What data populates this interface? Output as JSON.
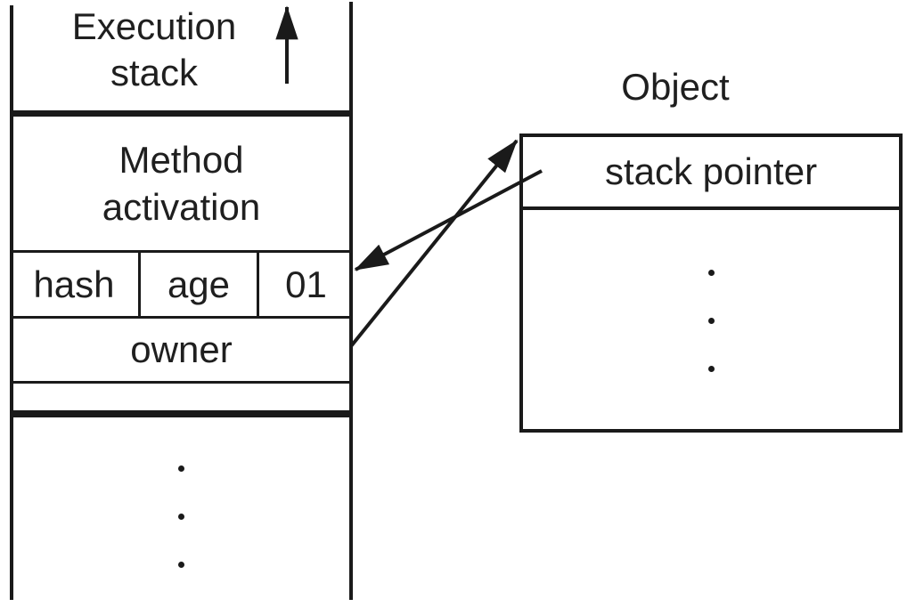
{
  "theme": {
    "bg": "#ffffff",
    "line": "#1a1a1a",
    "text": "#1f1f1f"
  },
  "stack": {
    "title": "Execution stack",
    "method_activation": "Method activation",
    "fields": [
      "hash",
      "age",
      "01"
    ],
    "owner": "owner",
    "ellipsis": "vertical ellipsis"
  },
  "object": {
    "title": "Object",
    "first_slot": "stack pointer",
    "ellipsis": "vertical ellipsis"
  }
}
